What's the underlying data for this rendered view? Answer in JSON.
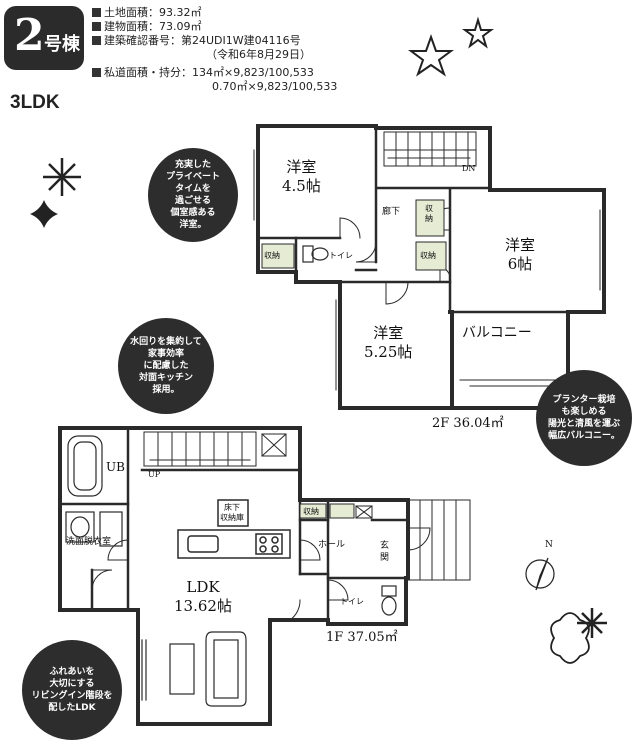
{
  "header": {
    "building_number": "2",
    "building_unit": "号棟",
    "layout_type": "3LDK",
    "specs": [
      "土地面積：93.32㎡",
      "建物面積：73.09㎡",
      "建築確認番号：第24UDI1W建04116号",
      "（令和6年8月29日）",
      "私道面積・持分：134㎡×9,823/100,533",
      "0.70㎡×9,823/100,533"
    ]
  },
  "floor2": {
    "area_label": "2F  36.04㎡",
    "rooms": {
      "western_a": "洋室\n4.5帖",
      "western_b": "洋室\n6帖",
      "western_c": "洋室\n5.25帖",
      "balcony": "バルコニー",
      "hallway": "廊下",
      "storage_a": "収納",
      "storage_b": "収\n納",
      "storage_c": "収納",
      "toilet": "トイレ",
      "stairs_dn": "DN"
    }
  },
  "floor1": {
    "area_label": "1F  37.05㎡",
    "rooms": {
      "bath": "UB",
      "washroom": "洗面脱衣室",
      "ldk": "LDK\n13.62帖",
      "under_floor": "床下\n収納庫",
      "storage": "収納",
      "hall": "ホール",
      "entrance": "玄\n関",
      "toilet": "トイレ",
      "stairs_up": "UP"
    }
  },
  "bubbles": {
    "private": "充実した\nプライベート\nタイムを\n過ごせる\n個室感ある\n洋室。",
    "kitchen": "水回りを集約して\n家事効率\nに配慮した\n対面キッチン\n採用。",
    "balcony": "プランター栽培\nも楽しめる\n陽光と清風を運ぶ\n幅広バルコニー。",
    "living": "ふれあいを\n大切にする\nリビングイン階段を\n配したLDK"
  },
  "compass": {
    "north_label": "N"
  }
}
